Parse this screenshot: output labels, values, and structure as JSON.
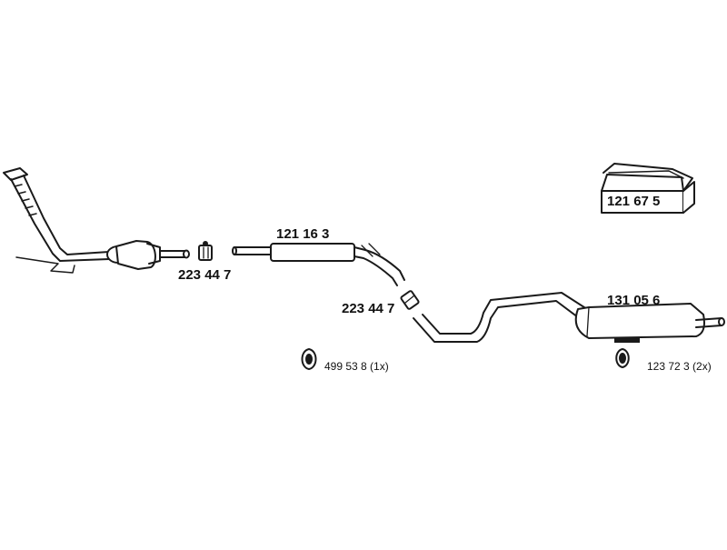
{
  "parts": {
    "kit_box": "121 67 5",
    "connector_front": "223 44 7",
    "center_silencer": "121 16 3",
    "connector_rear": "223 44 7",
    "rear_silencer": "131 05 6",
    "rubber_mount_single": "499 53 8 (1x)",
    "rubber_mount_double": "123 72 3 (2x)"
  },
  "colors": {
    "line": "#1a1a1a",
    "fill": "#ffffff"
  }
}
